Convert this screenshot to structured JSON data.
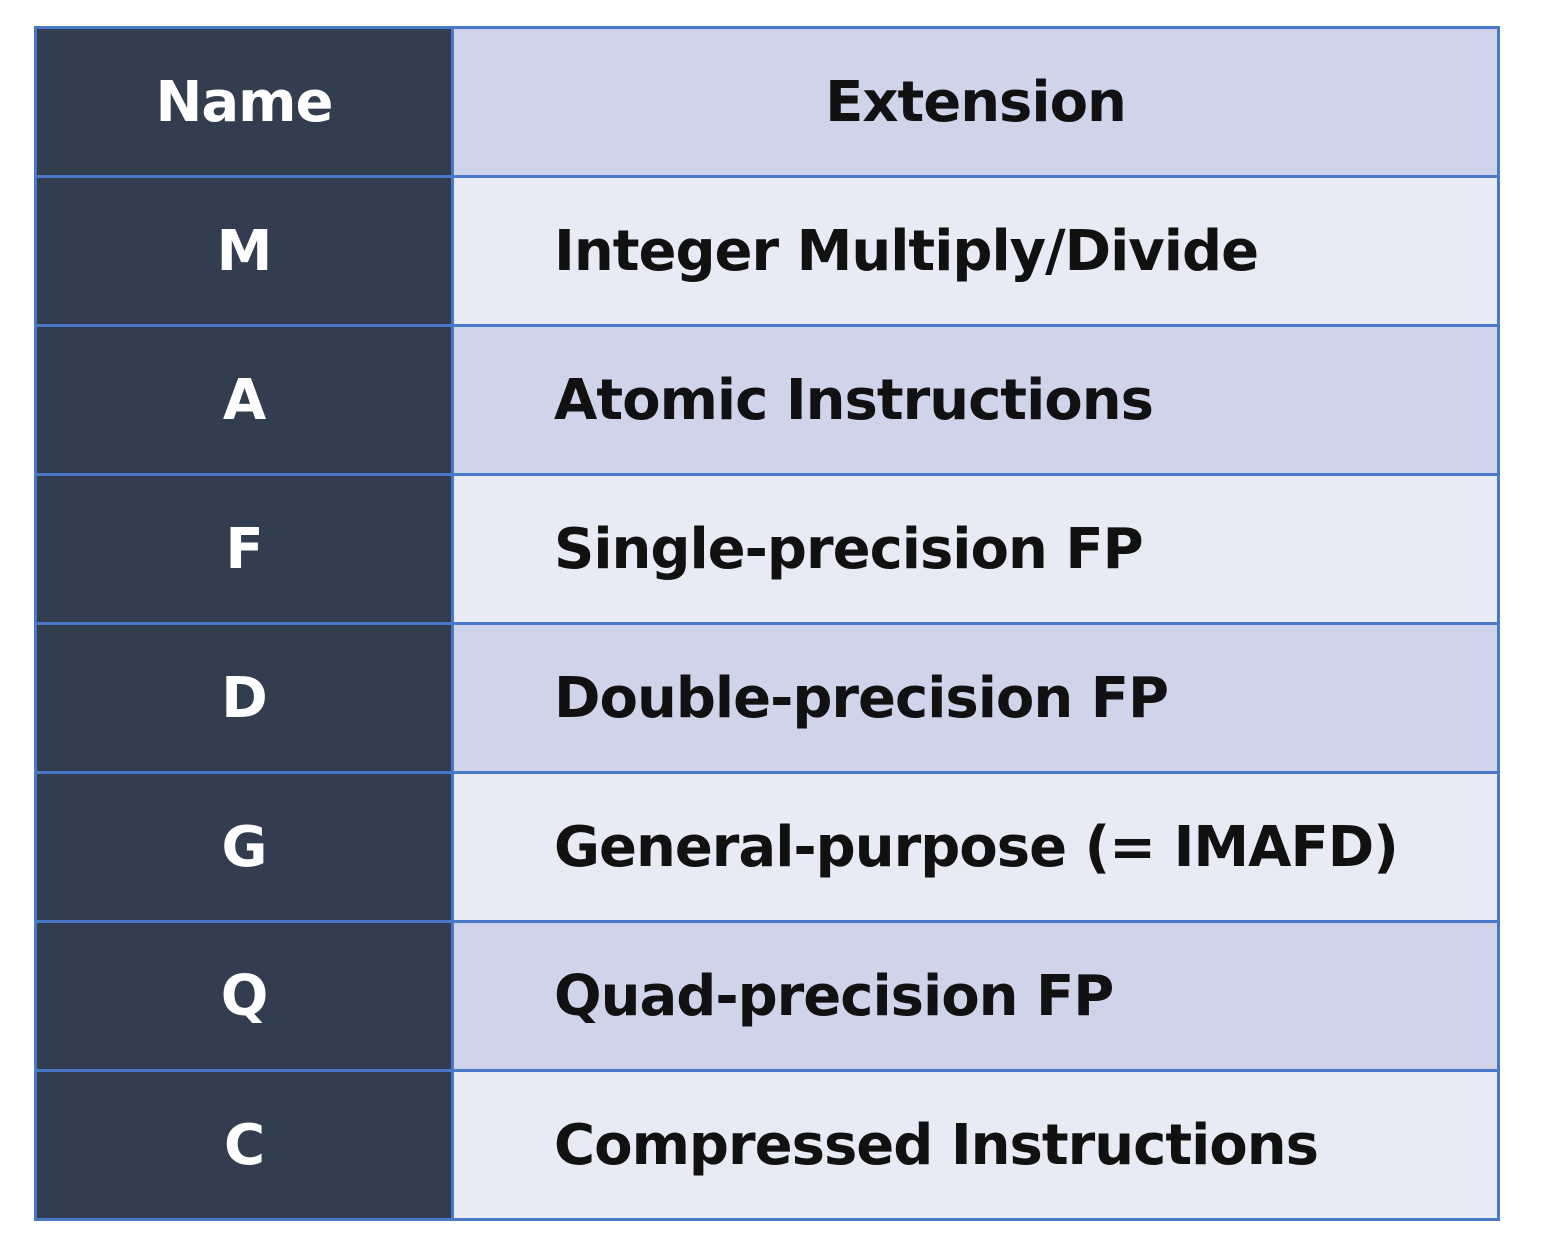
{
  "table": {
    "headers": {
      "name": "Name",
      "extension": "Extension"
    },
    "rows": [
      {
        "name": "M",
        "extension": "Integer Multiply/Divide"
      },
      {
        "name": "A",
        "extension": "Atomic Instructions"
      },
      {
        "name": "F",
        "extension": "Single-precision FP"
      },
      {
        "name": "D",
        "extension": "Double-precision FP"
      },
      {
        "name": "G",
        "extension": "General-purpose (= IMAFD)"
      },
      {
        "name": "Q",
        "extension": "Quad-precision FP"
      },
      {
        "name": "C",
        "extension": "Compressed Instructions"
      }
    ]
  },
  "colors": {
    "name_column_bg": "#323e50",
    "header_ext_bg": "#d0d4ea",
    "row_light_bg": "#e8eaf5",
    "row_dark_bg": "#d0d4ea",
    "border": "#4a78c8"
  }
}
